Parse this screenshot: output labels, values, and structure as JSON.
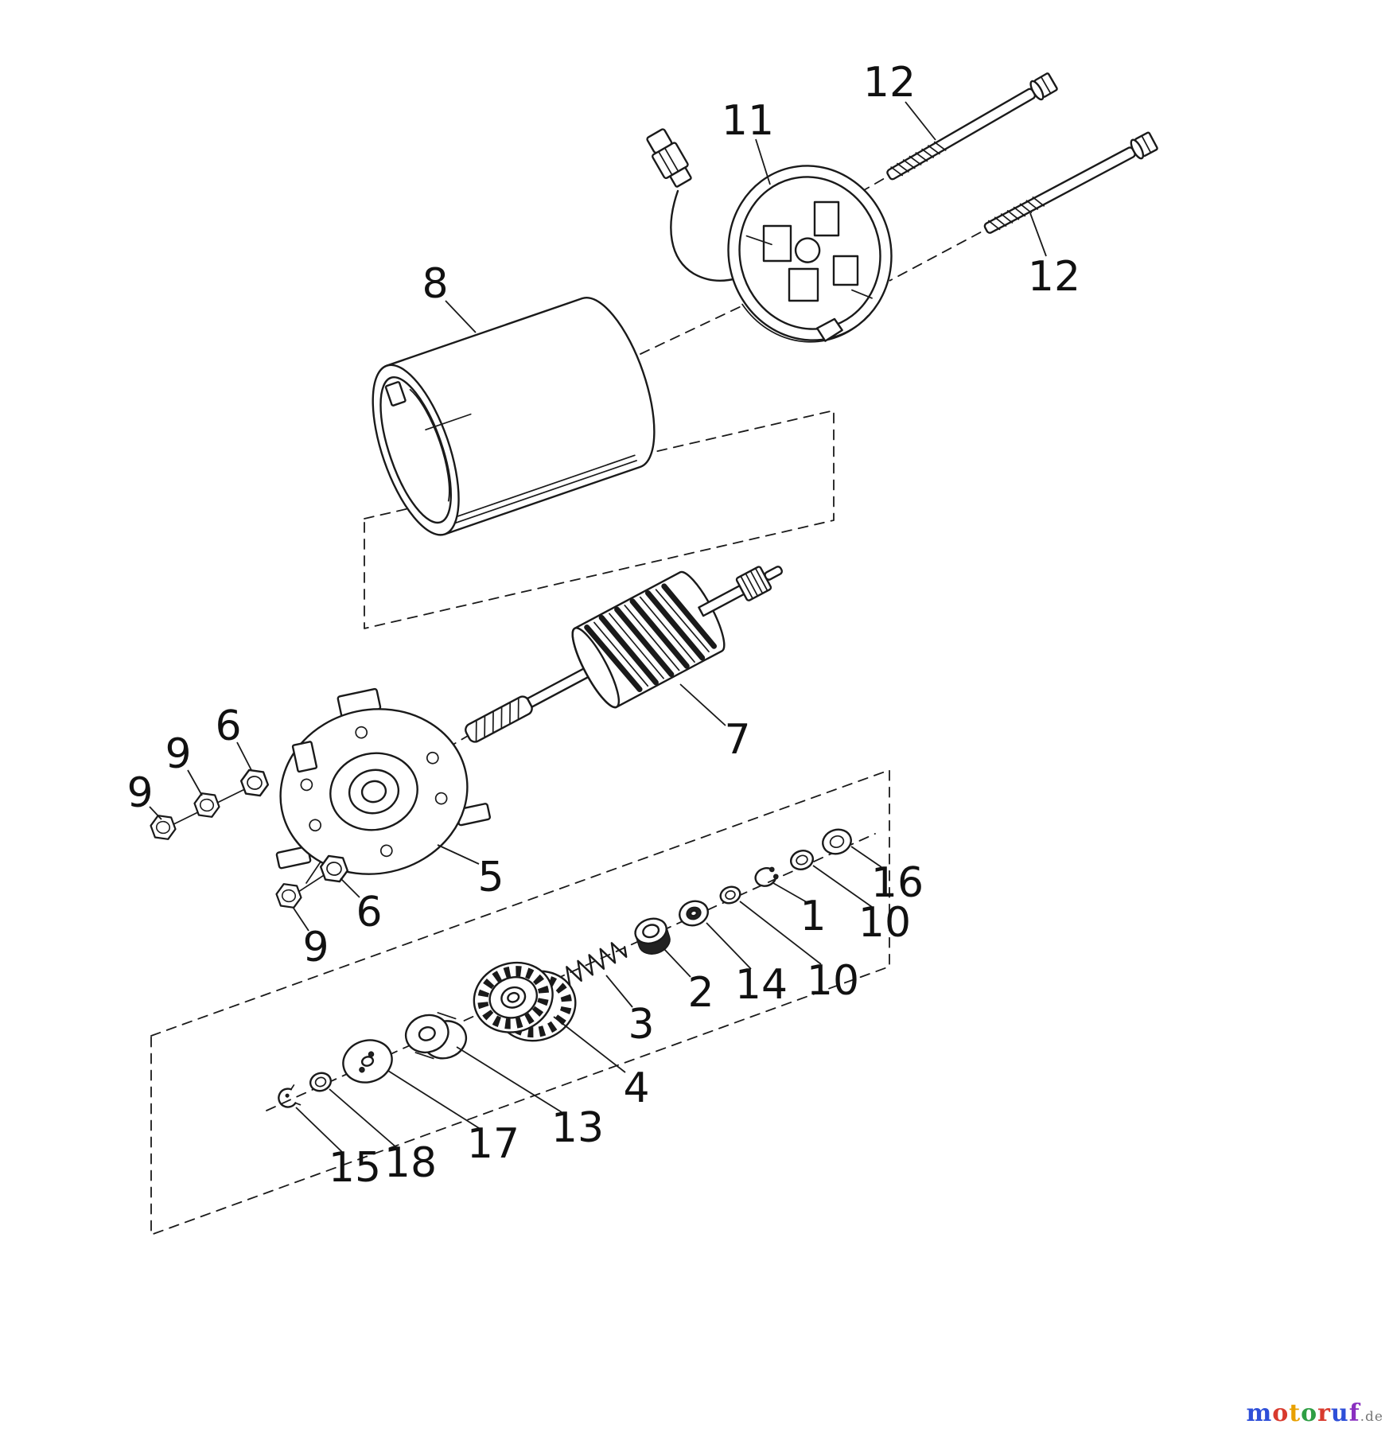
{
  "diagram": {
    "type": "exploded-parts-diagram",
    "subject": "electric starter motor assembly",
    "ink_color": "#1a1a1a",
    "background_color": "#ffffff",
    "callouts": [
      {
        "label": "12"
      },
      {
        "label": "11"
      },
      {
        "label": "12"
      },
      {
        "label": "8"
      },
      {
        "label": "7"
      },
      {
        "label": "6"
      },
      {
        "label": "9"
      },
      {
        "label": "9"
      },
      {
        "label": "5"
      },
      {
        "label": "6"
      },
      {
        "label": "9"
      },
      {
        "label": "16"
      },
      {
        "label": "10"
      },
      {
        "label": "1"
      },
      {
        "label": "10"
      },
      {
        "label": "14"
      },
      {
        "label": "2"
      },
      {
        "label": "3"
      },
      {
        "label": "4"
      },
      {
        "label": "13"
      },
      {
        "label": "17"
      },
      {
        "label": "18"
      },
      {
        "label": "15"
      }
    ]
  },
  "watermark": {
    "suffix": ".de",
    "suffix_color": "#777777",
    "letters": [
      {
        "ch": "m",
        "color": "#2e4fd8"
      },
      {
        "ch": "o",
        "color": "#d83a2e"
      },
      {
        "ch": "t",
        "color": "#e8a000"
      },
      {
        "ch": "o",
        "color": "#2e9e44"
      },
      {
        "ch": "r",
        "color": "#d83a2e"
      },
      {
        "ch": "u",
        "color": "#2e4fd8"
      },
      {
        "ch": "f",
        "color": "#8a30c0"
      }
    ]
  }
}
